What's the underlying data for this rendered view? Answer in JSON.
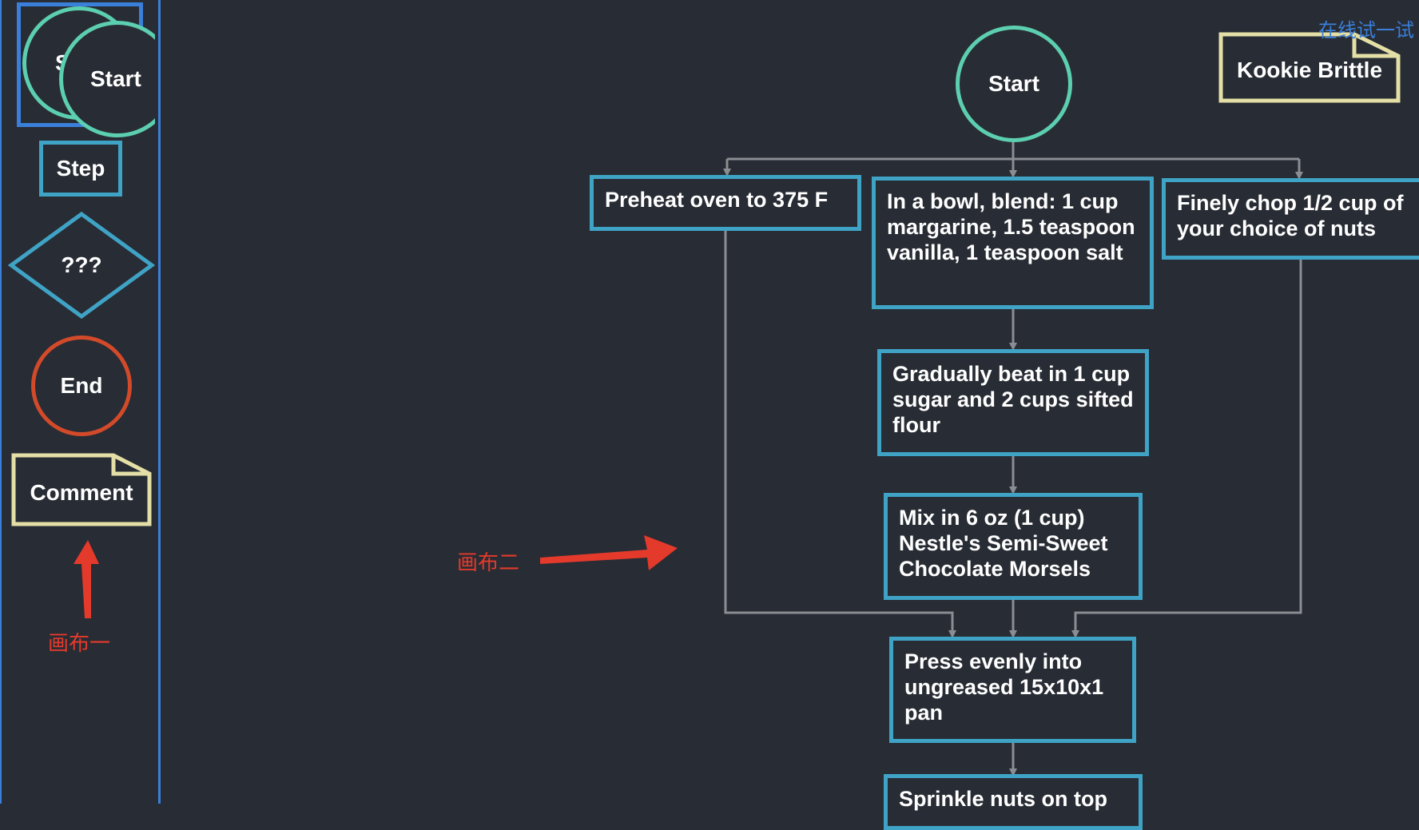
{
  "palette": {
    "start_label_back": "S",
    "start_label": "Start",
    "step_label": "Step",
    "decision_label": "???",
    "end_label": "End",
    "comment_label": "Comment",
    "annotation": "画布一"
  },
  "canvas": {
    "try_link": "在线试一试",
    "title_note": "Kookie Brittle",
    "start": "Start",
    "steps": [
      "Preheat oven to 375 F",
      "In a bowl, blend: 1 cup margarine, 1.5 teaspoon vanilla, 1 teaspoon salt",
      "Finely chop 1/2 cup of your choice of nuts",
      "Gradually beat in 1 cup sugar and 2 cups sifted flour",
      "Mix in 6 oz (1 cup) Nestle's Semi-Sweet Chocolate Morsels",
      "Press evenly into ungreased 15x10x1 pan",
      "Sprinkle nuts on top"
    ],
    "annotation": "画布二"
  },
  "colors": {
    "background": "#282c34",
    "start_green": "#5ccfb0",
    "step_blue": "#3fa3c6",
    "end_red": "#d24a2a",
    "comment_yellow": "#e4dfa6",
    "selection_blue": "#3a7fd9",
    "connector_gray": "#8a8d92",
    "annotation_red": "#e33a2c"
  }
}
